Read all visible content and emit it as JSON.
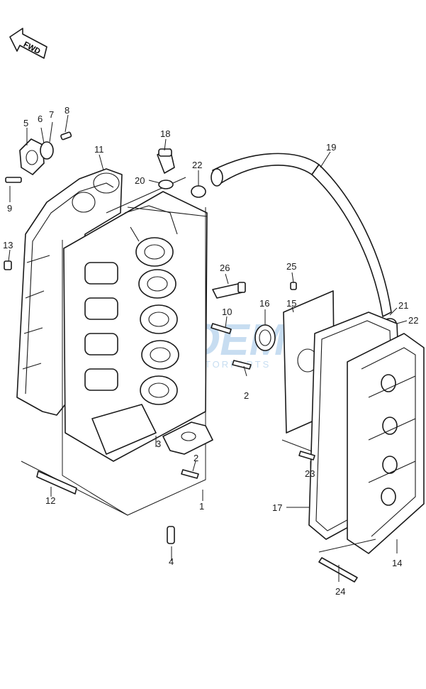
{
  "diagram": {
    "direction_label": "FWD",
    "callouts": {
      "c1": "1",
      "c2a": "2",
      "c2b": "2",
      "c3": "3",
      "c4": "4",
      "c5": "5",
      "c6": "6",
      "c7": "7",
      "c8": "8",
      "c9": "9",
      "c10": "10",
      "c11": "11",
      "c12": "12",
      "c13": "13",
      "c14": "14",
      "c15": "15",
      "c16": "16",
      "c17": "17",
      "c18": "18",
      "c19": "19",
      "c20": "20",
      "c21": "21",
      "c22a": "22",
      "c22b": "22",
      "c23": "23",
      "c24": "24",
      "c25": "25",
      "c26": "26"
    },
    "watermark": {
      "logo_text": "OEM",
      "sub_text": "MOTORPARTS",
      "color": "#9ac3e6"
    }
  }
}
